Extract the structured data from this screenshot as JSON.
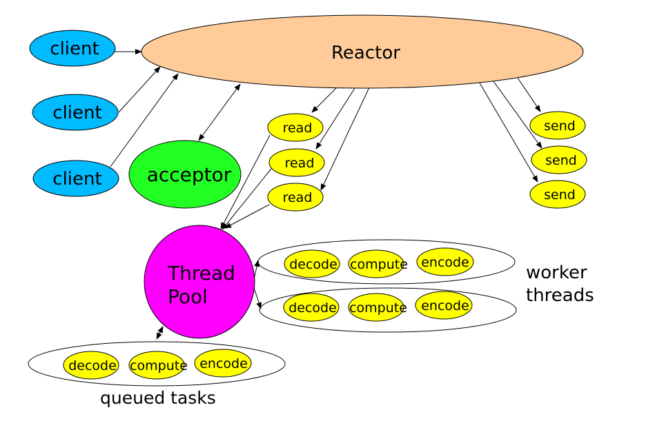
{
  "colors": {
    "reactor": "#ffcc99",
    "client": "#00bbff",
    "acceptor": "#22ff22",
    "task": "#ffff00",
    "thread_pool": "#ff00ff"
  },
  "reactor": "Reactor",
  "clients": [
    "client",
    "client",
    "client"
  ],
  "acceptor": "acceptor",
  "reads": [
    "read",
    "read",
    "read"
  ],
  "sends": [
    "send",
    "send",
    "send"
  ],
  "thread_pool": {
    "line1": "Thread",
    "line2": "Pool"
  },
  "worker_threads": [
    {
      "tasks": [
        "decode",
        "compute",
        "encode"
      ]
    },
    {
      "tasks": [
        "decode",
        "compute",
        "encode"
      ]
    }
  ],
  "worker_label": {
    "line1": "worker",
    "line2": "threads"
  },
  "queued": {
    "tasks": [
      "decode",
      "compute",
      "encode"
    ],
    "label": "queued tasks"
  }
}
